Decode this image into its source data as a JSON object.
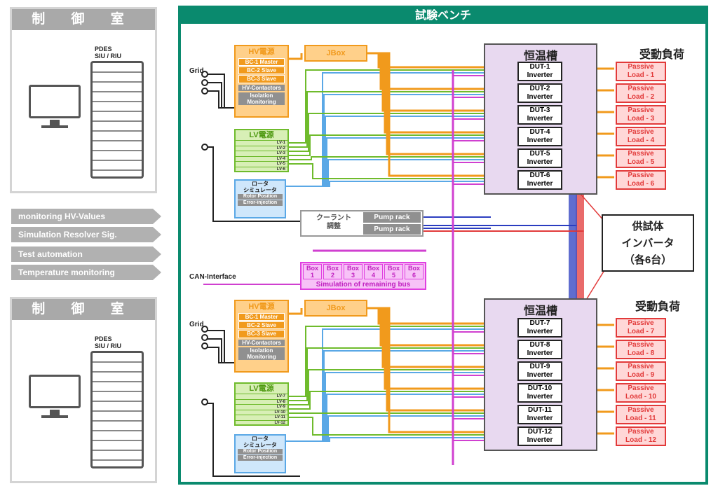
{
  "left": {
    "control_room_top": "制 御 室",
    "control_room_bottom": "制 御 室",
    "pdes_label": "PDES\nSIU / RIU",
    "arrows": [
      "monitoring HV-Values",
      "Simulation Resolver Sig.",
      "Test automation",
      "Temperature monitoring"
    ]
  },
  "bench": {
    "title": "試験ベンチ",
    "grid": "Grid",
    "can": "CAN-Interface",
    "top": {
      "hv": "HV電源",
      "hv_items": [
        "BC-1 Master",
        "BC-2 Slave",
        "BC-3 Slave",
        "HV-Contactors",
        "Isolation\nMonitoring"
      ],
      "jbox": "JBox",
      "lv": "LV電源",
      "lv_items": [
        "LV-1",
        "LV-2",
        "LV-3",
        "LV-4",
        "LV-5",
        "LV-6"
      ],
      "rotor": "ロータ\nシミュレータ",
      "rotor_items": [
        "Rotor Position",
        "Error-injection"
      ],
      "thermo": "恒温槽",
      "passive": "受動負荷",
      "duts": [
        "DUT-1\nInverter",
        "DUT-2\nInverter",
        "DUT-3\nInverter",
        "DUT-4\nInverter",
        "DUT-5\nInverter",
        "DUT-6\nInverter"
      ],
      "loads": [
        "Passive\nLoad - 1",
        "Passive\nLoad - 2",
        "Passive\nLoad - 3",
        "Passive\nLoad - 4",
        "Passive\nLoad - 5",
        "Passive\nLoad - 6"
      ]
    },
    "bottom": {
      "hv": "HV電源",
      "hv_items": [
        "BC-1 Master",
        "BC-2 Slave",
        "BC-3 Slave",
        "HV-Contactors",
        "Isolation\nMonitoring"
      ],
      "jbox": "JBox",
      "lv": "LV電源",
      "lv_items": [
        "LV-7",
        "LV-8",
        "LV-9",
        "LV-10",
        "LV-11",
        "LV-12"
      ],
      "rotor": "ロータ\nシミュレータ",
      "rotor_items": [
        "Rotor Position",
        "Error-injection"
      ],
      "thermo": "恒温槽",
      "passive": "受動負荷",
      "duts": [
        "DUT-7\nInverter",
        "DUT-8\nInverter",
        "DUT-9\nInverter",
        "DUT-10\nInverter",
        "DUT-11\nInverter",
        "DUT-12\nInverter"
      ],
      "loads": [
        "Passive\nLoad - 7",
        "Passive\nLoad - 8",
        "Passive\nLoad - 9",
        "Passive\nLoad - 10",
        "Passive\nLoad - 11",
        "Passive\nLoad - 12"
      ]
    },
    "coolant": "クーラント\n調整",
    "pump_racks": [
      "Pump rack",
      "Pump rack"
    ],
    "boxes": [
      "Box\n1",
      "Box\n2",
      "Box\n3",
      "Box\n4",
      "Box\n5",
      "Box\n6"
    ],
    "sim_bus": "Simulation of remaining bus",
    "callout": "供試体\nインバータ\n（各6台）"
  }
}
